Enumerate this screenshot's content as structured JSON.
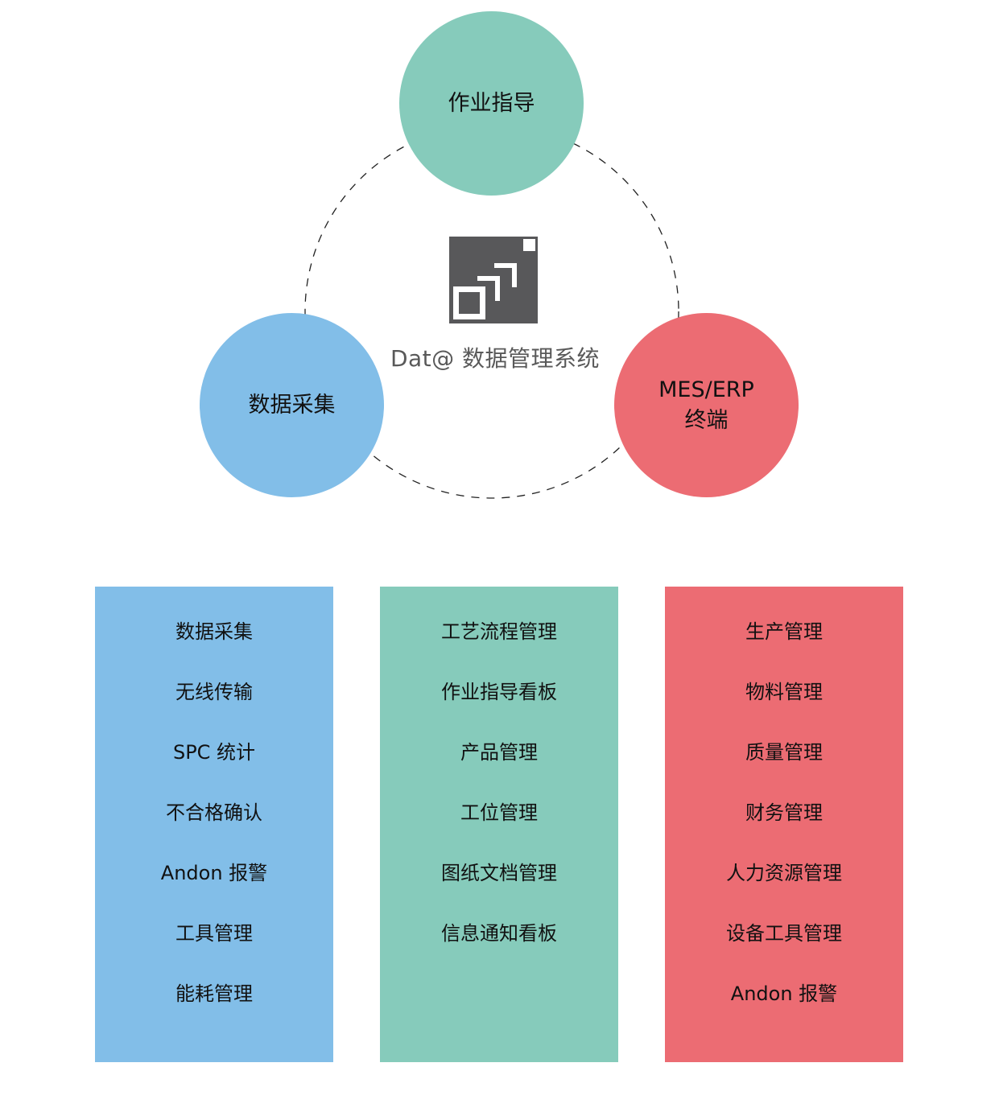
{
  "diagram": {
    "center": {
      "label": "Dat@ 数据管理系统",
      "icon": "dat-logo-icon"
    },
    "nodes": {
      "top": {
        "label": "作业指导",
        "color": "#86cbbb"
      },
      "left": {
        "label": "数据采集",
        "color": "#82bee8"
      },
      "right": {
        "line1": "MES/ERP",
        "line2": "终端",
        "color": "#ec6c73"
      }
    }
  },
  "panels": {
    "data_collection": {
      "color": "#82bee8",
      "items": [
        "数据采集",
        "无线传输",
        "SPC 统计",
        "不合格确认",
        "Andon 报警",
        "工具管理",
        "能耗管理"
      ]
    },
    "work_guidance": {
      "color": "#86cbbb",
      "items": [
        "工艺流程管理",
        "作业指导看板",
        "产品管理",
        "工位管理",
        "图纸文档管理",
        "信息通知看板"
      ]
    },
    "mes_erp": {
      "color": "#ec6c73",
      "items": [
        "生产管理",
        "物料管理",
        "质量管理",
        "财务管理",
        "人力资源管理",
        "设备工具管理",
        "Andon 报警"
      ]
    }
  }
}
